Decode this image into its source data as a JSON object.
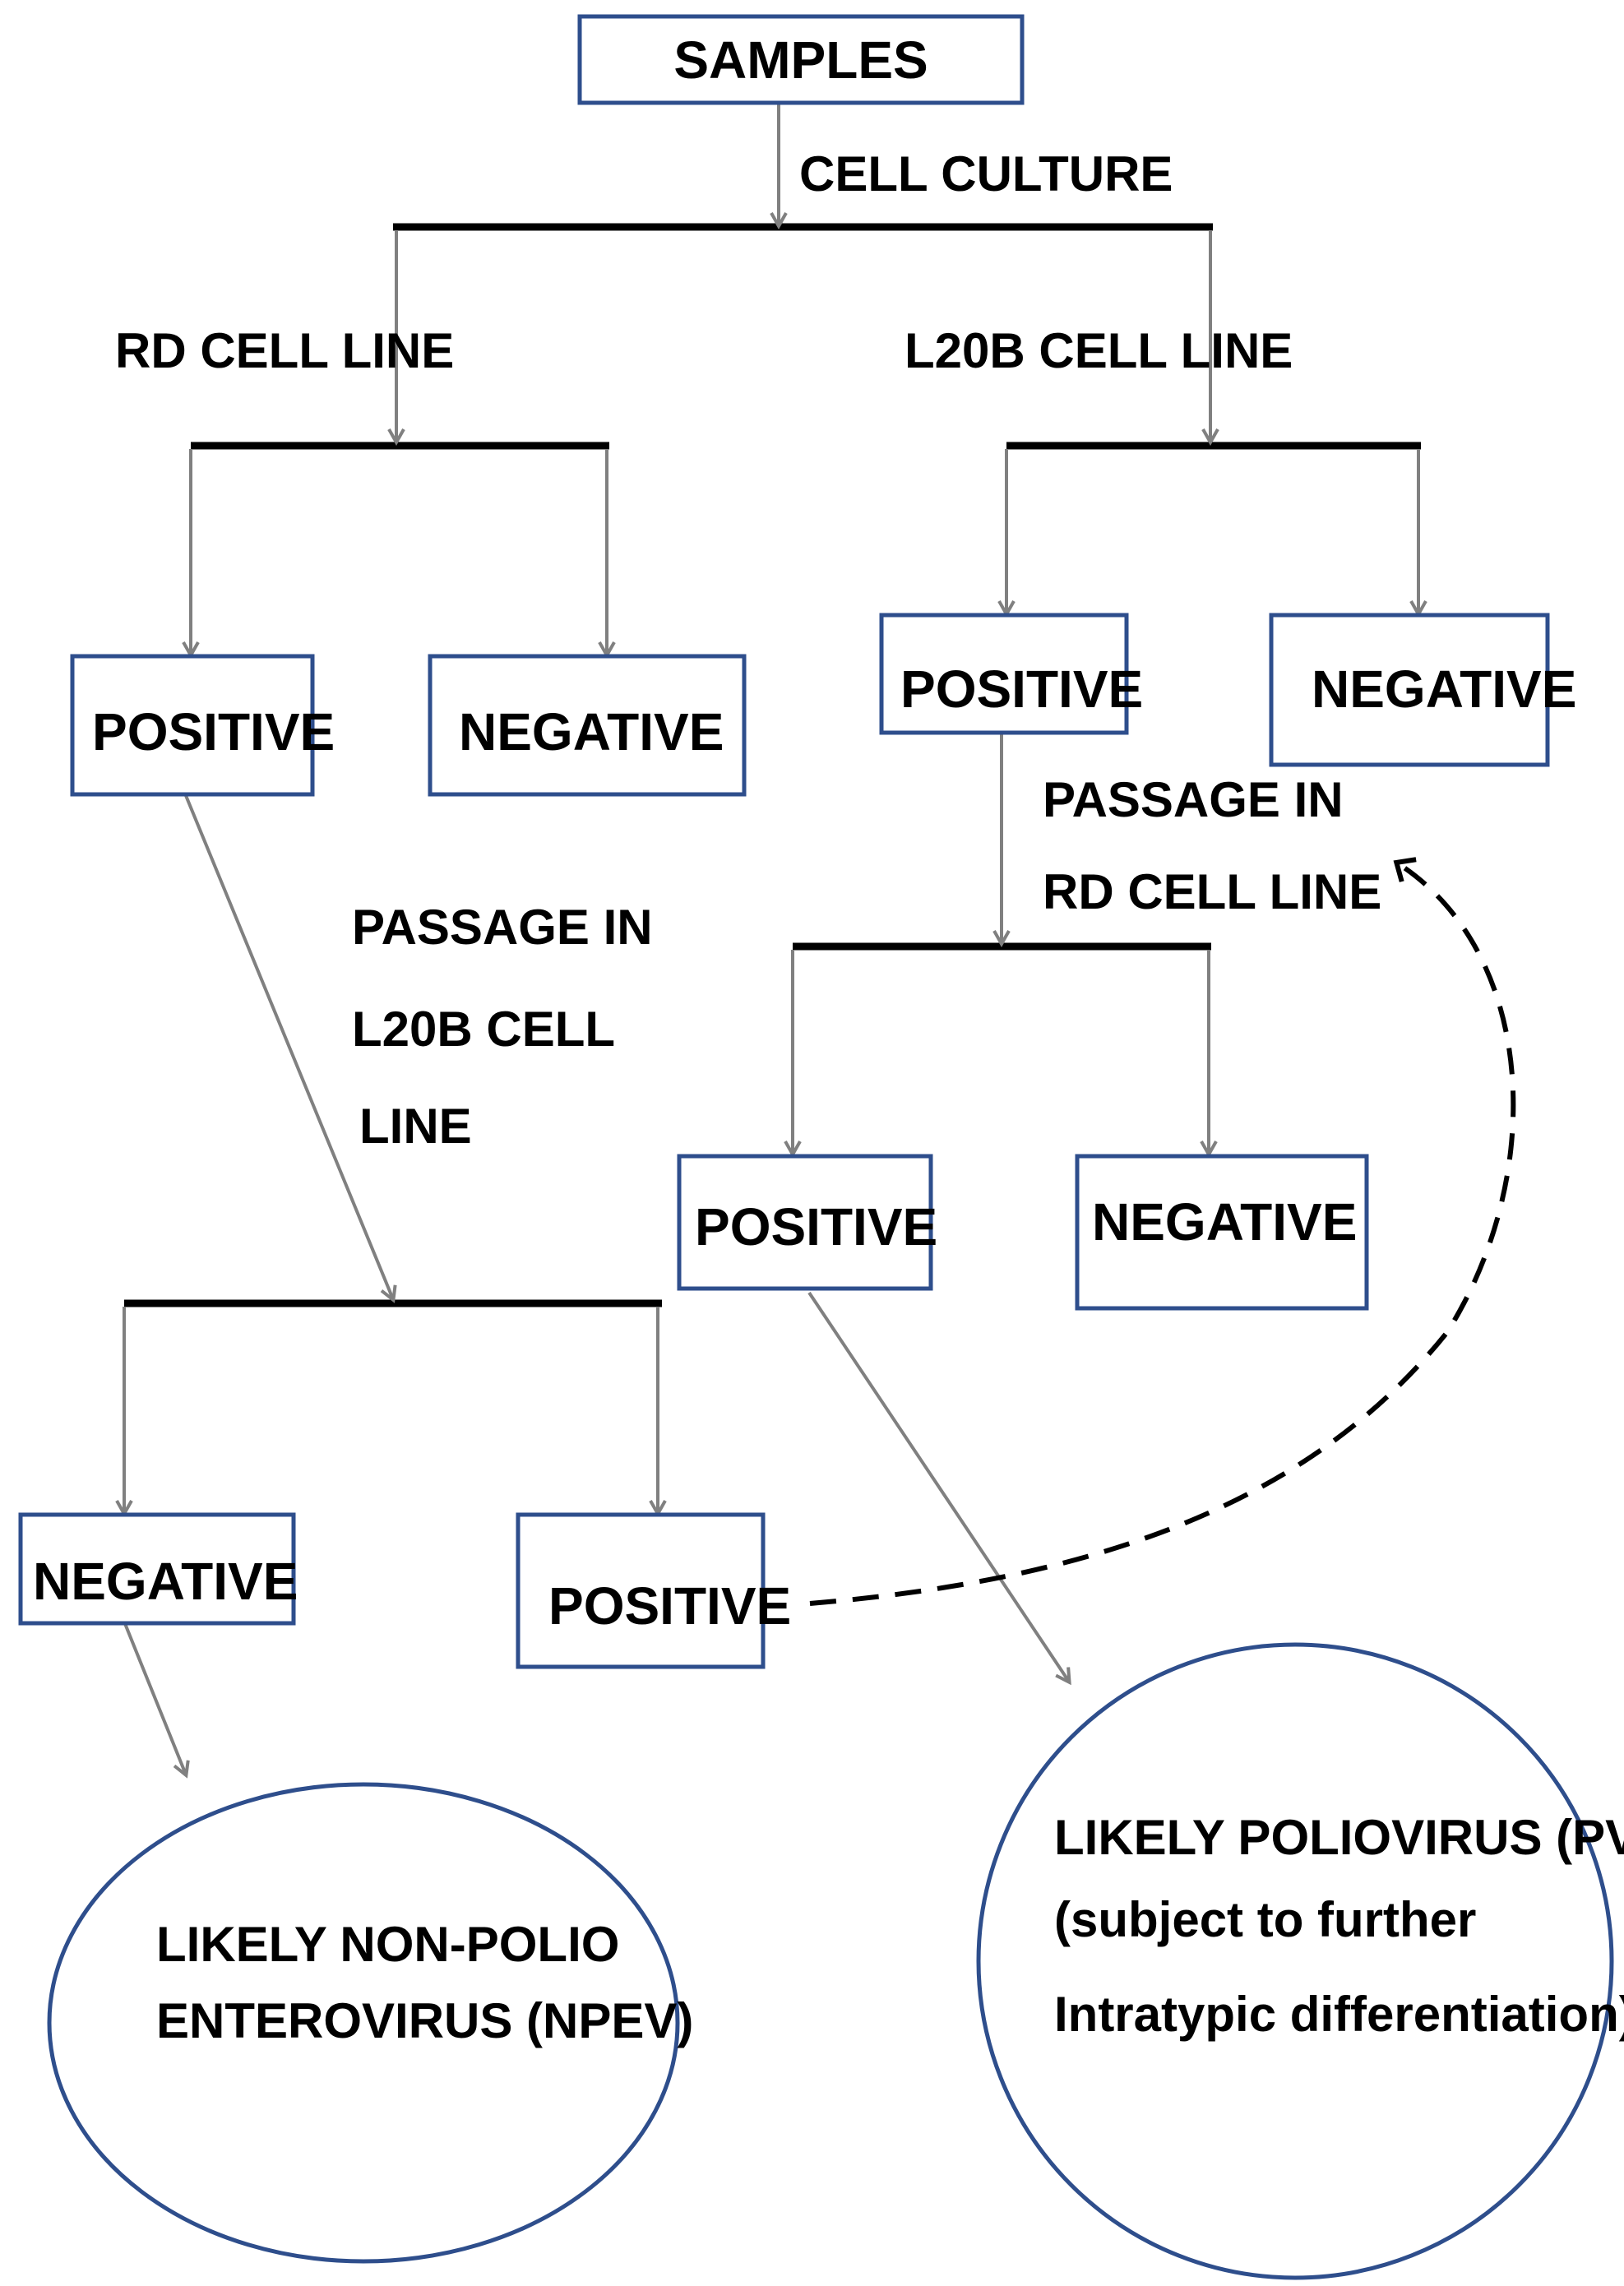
{
  "boxes": {
    "samples": "SAMPLES",
    "rd_positive": "POSITIVE",
    "rd_negative": "NEGATIVE",
    "l20b_positive": "POSITIVE",
    "l20b_negative": "NEGATIVE",
    "rd_passage_positive": "POSITIVE",
    "rd_passage_negative": "NEGATIVE",
    "l20b_passage_negative": "NEGATIVE",
    "l20b_passage_positive": "POSITIVE"
  },
  "labels": {
    "cell_culture": "CELL  CULTURE",
    "rd_cell_line": "RD CELL  LINE",
    "l20b_cell_line": "L20B CELL  LINE",
    "passage_rd_line1": "PASSAGE IN",
    "passage_rd_line2": "RD CELL  LINE",
    "passage_l20b_line1": "PASSAGE IN",
    "passage_l20b_line2": "L20B CELL",
    "passage_l20b_line3": "LINE"
  },
  "results": {
    "npev_line1": "LIKELY NON-POLIO",
    "npev_line2": "ENTEROVIRUS (NPEV)",
    "pv_line1": "LIKELY POLIOVIRUS (PV)",
    "pv_line2": "(subject to further",
    "pv_line3": "Intratypic differentiation)"
  },
  "colors": {
    "box_border": "#2e4e8c",
    "arrow": "#808080",
    "bar": "#000000"
  }
}
